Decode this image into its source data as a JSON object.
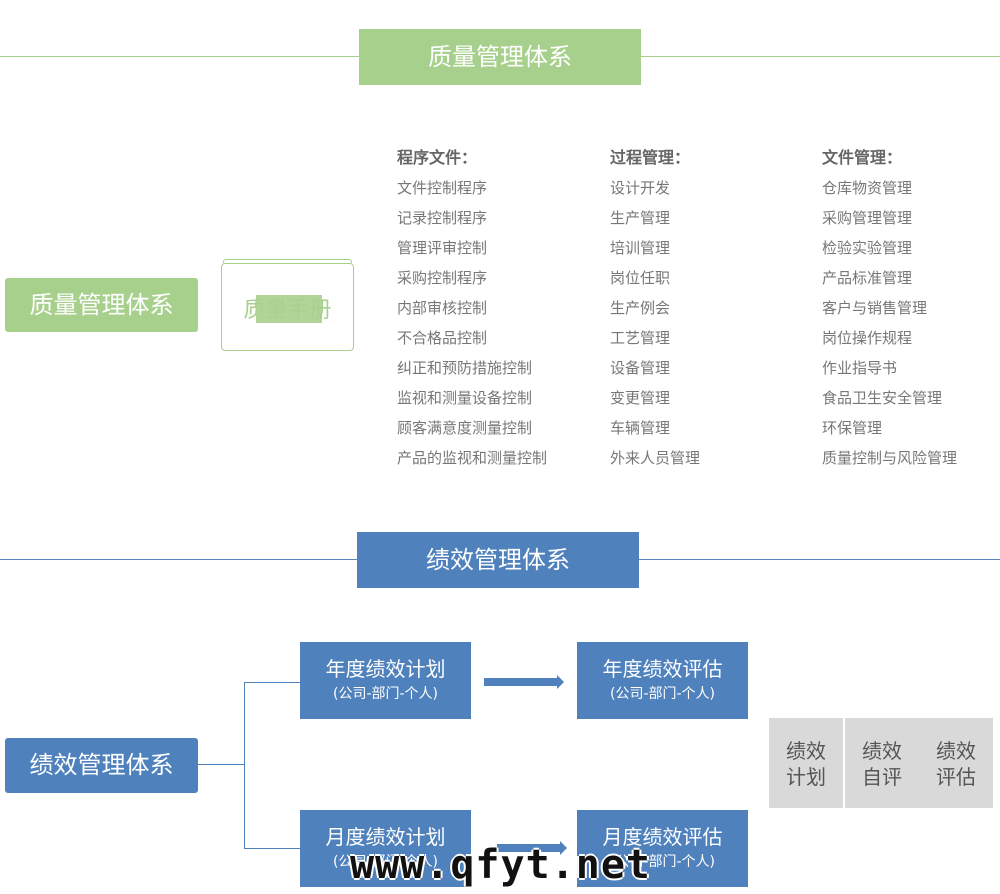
{
  "quality": {
    "banner": "质量管理体系",
    "left_label": "质量管理体系",
    "manual_label": "质量手册",
    "columns": [
      {
        "title": "程序文件：",
        "items": [
          "文件控制程序",
          "记录控制程序",
          "管理评审控制",
          "采购控制程序",
          "内部审核控制",
          "不合格品控制",
          "纠正和预防措施控制",
          "监视和测量设备控制",
          "顾客满意度测量控制",
          "产品的监视和测量控制"
        ]
      },
      {
        "title": "过程管理：",
        "items": [
          "设计开发",
          "生产管理",
          "培训管理",
          "岗位任职",
          "生产例会",
          "工艺管理",
          "设备管理",
          "变更管理",
          "车辆管理",
          "外来人员管理"
        ]
      },
      {
        "title": "文件管理：",
        "items": [
          "仓库物资管理",
          "采购管理管理",
          "检验实验管理",
          "产品标准管理",
          "客户与销售管理",
          "岗位操作规程",
          "作业指导书",
          "食品卫生安全管理",
          "环保管理",
          "质量控制与风险管理"
        ]
      }
    ]
  },
  "performance": {
    "banner": "绩效管理体系",
    "left_label": "绩效管理体系",
    "boxes": [
      {
        "title": "年度绩效计划",
        "sub": "(公司-部门-个人)"
      },
      {
        "title": "年度绩效评估",
        "sub": "(公司-部门-个人)"
      },
      {
        "title": "月度绩效计划",
        "sub": "(公司-部门-个人)"
      },
      {
        "title": "月度绩效评估",
        "sub": "(公司-部门-个人)"
      }
    ],
    "cycle": [
      {
        "line1": "绩效",
        "line2": "计划"
      },
      {
        "line1": "绩效",
        "line2": "自评"
      },
      {
        "line1": "绩效",
        "line2": "评估"
      }
    ]
  },
  "watermark": "www.qfyt.net",
  "colors": {
    "green": "#a8d08d",
    "blue": "#4f81bd",
    "gray": "#d9d9d9"
  }
}
